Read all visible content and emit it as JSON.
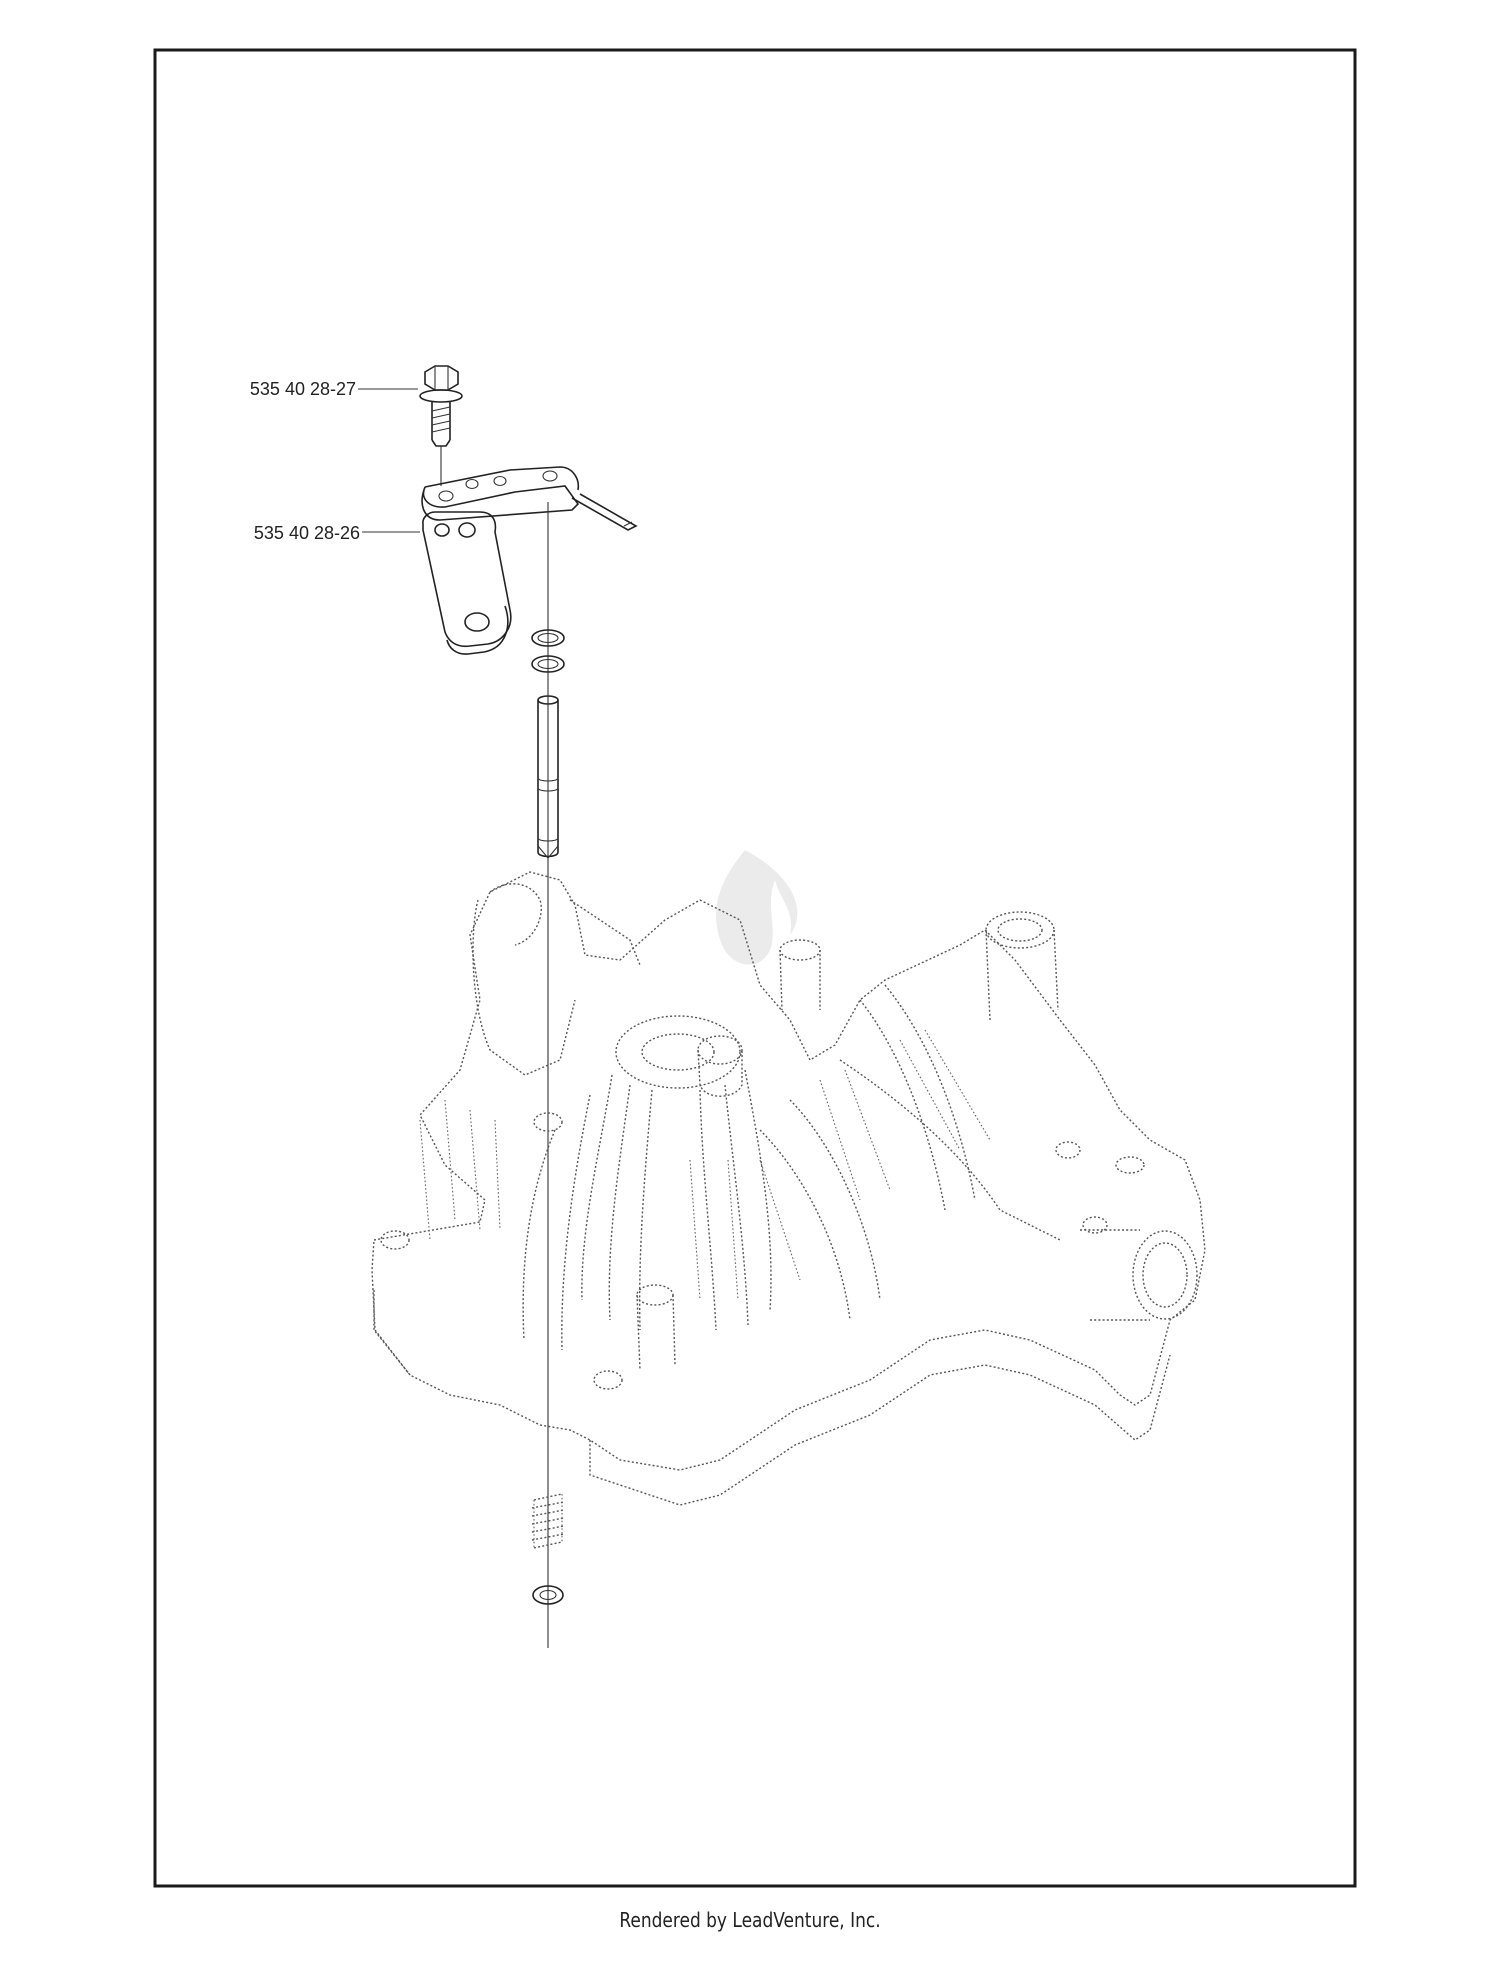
{
  "parts": [
    {
      "part_number": "535 40 28-27"
    },
    {
      "part_number": "535 40 28-26"
    }
  ],
  "footer": "Rendered by LeadVenture, Inc.",
  "colors": {
    "line": "#222222",
    "dotted": "#555555",
    "frame": "#1a1a1a",
    "background": "#ffffff"
  }
}
